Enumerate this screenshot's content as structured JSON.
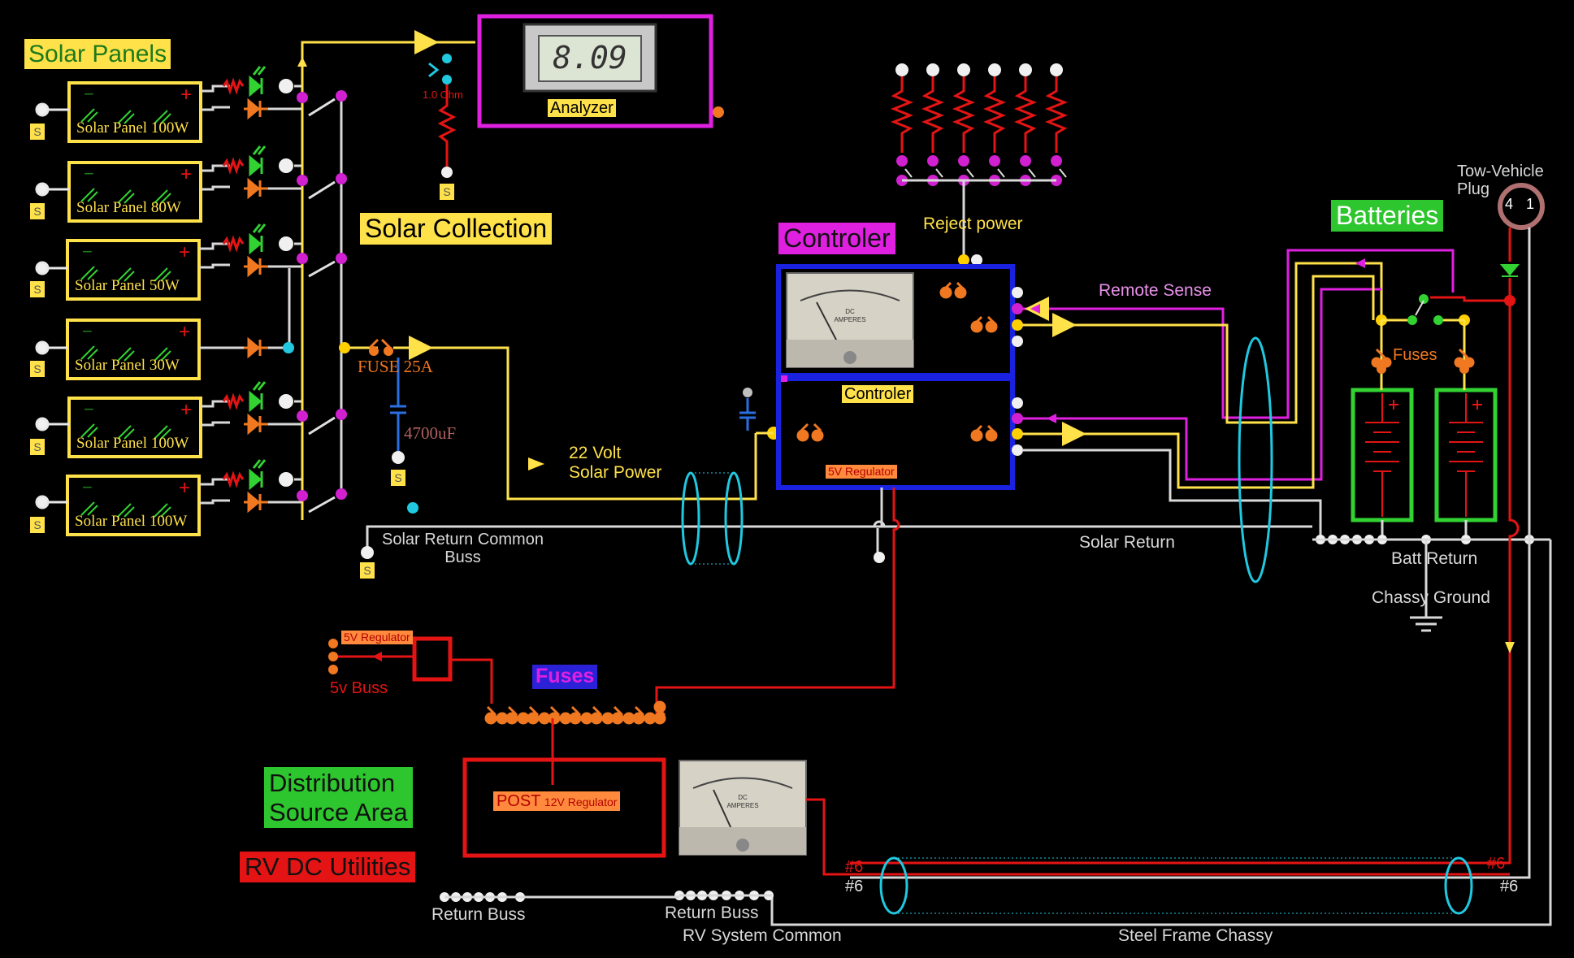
{
  "title": {
    "solar_panels": "Solar Panels",
    "solar_collection": "Solar Collection",
    "batteries": "Batteries",
    "controler_head": "Controler",
    "fuses": "Fuses",
    "distribution": [
      "Distribution",
      "Source Area"
    ],
    "rv_dc": "RV DC Utilities"
  },
  "panels": [
    {
      "name": "Solar Panel 100W",
      "diode": "orange"
    },
    {
      "name": "Solar Panel 80W",
      "diode": "orange"
    },
    {
      "name": "Solar Panel 50W",
      "diode": "orange"
    },
    {
      "name": "Solar Panel 30W",
      "diode": "orange"
    },
    {
      "name": "Solar Panel 100W",
      "diode": "orange"
    },
    {
      "name": "Solar Panel 100W",
      "diode": "orange"
    }
  ],
  "panel_symbols": {
    "minus": "−",
    "plus": "+"
  },
  "s_badge": "S",
  "analyzer": {
    "label": "Analyzer",
    "reading": "8.09",
    "resistor": "1.0 Ohm"
  },
  "labels": {
    "fuse": "FUSE 25A",
    "capacitor": "4700uF",
    "solar_power": [
      "22 Volt",
      "Solar Power"
    ],
    "return_common": [
      "Solar Return Common",
      "Buss"
    ],
    "reject_power": "Reject power",
    "remote_sense": "Remote Sense",
    "tow_vehicle": [
      "Tow-Vehicle",
      "Plug"
    ],
    "plug_pins": [
      "4",
      "1"
    ],
    "batt_fuses": "Fuses",
    "solar_return": "Solar Return",
    "batt_return": "Batt Return",
    "chassy_ground": "Chassy Ground",
    "controler_box": "Controler",
    "regulator_5v": "5V Regulator",
    "regulator_5v_left": "5V Regulator",
    "buss_5v": "5v Buss",
    "post": "POST",
    "regulator_12v": "12V Regulator",
    "wire_gauge": [
      "#6",
      "#6",
      "#6",
      "#6"
    ],
    "return_buss_left": "Return Buss",
    "return_buss_right": "Return Buss",
    "rv_system_common": "RV System Common",
    "steel_frame": "Steel Frame Chassy"
  },
  "meters": [
    {
      "line1": "DC",
      "line2": "AMPERES"
    },
    {
      "line1": "DC",
      "line2": "AMPERES"
    }
  ],
  "colors": {
    "background": "#000000",
    "solar_wire": "#ffe14a",
    "return_wire": "#d8d8d8",
    "utility_wire": "#e41414",
    "sense_wire": "#e020e0",
    "node_magenta": "#d020d0",
    "node_white": "#f0f0f0",
    "controller_frame": "#1a22e0",
    "cyan": "#20c8e0",
    "orange": "#f07820",
    "diode_green": "#32d232"
  }
}
